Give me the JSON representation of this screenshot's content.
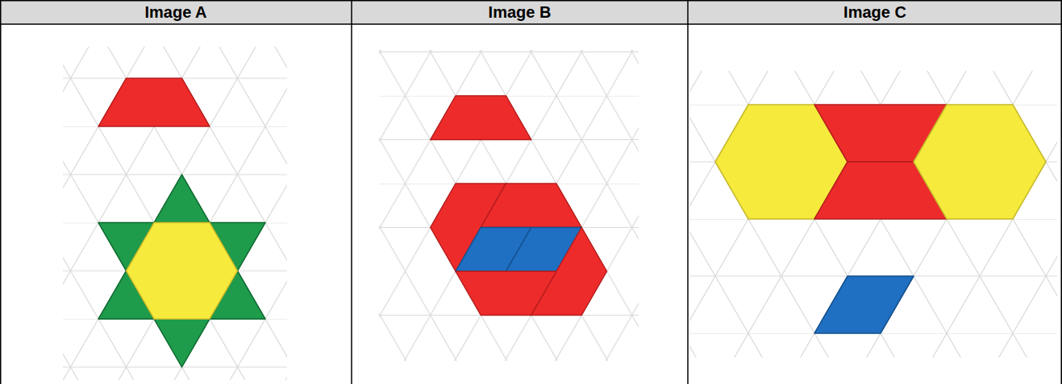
{
  "diagram": {
    "labels": [
      "Image A",
      "Image B",
      "Image C"
    ]
  }
}
